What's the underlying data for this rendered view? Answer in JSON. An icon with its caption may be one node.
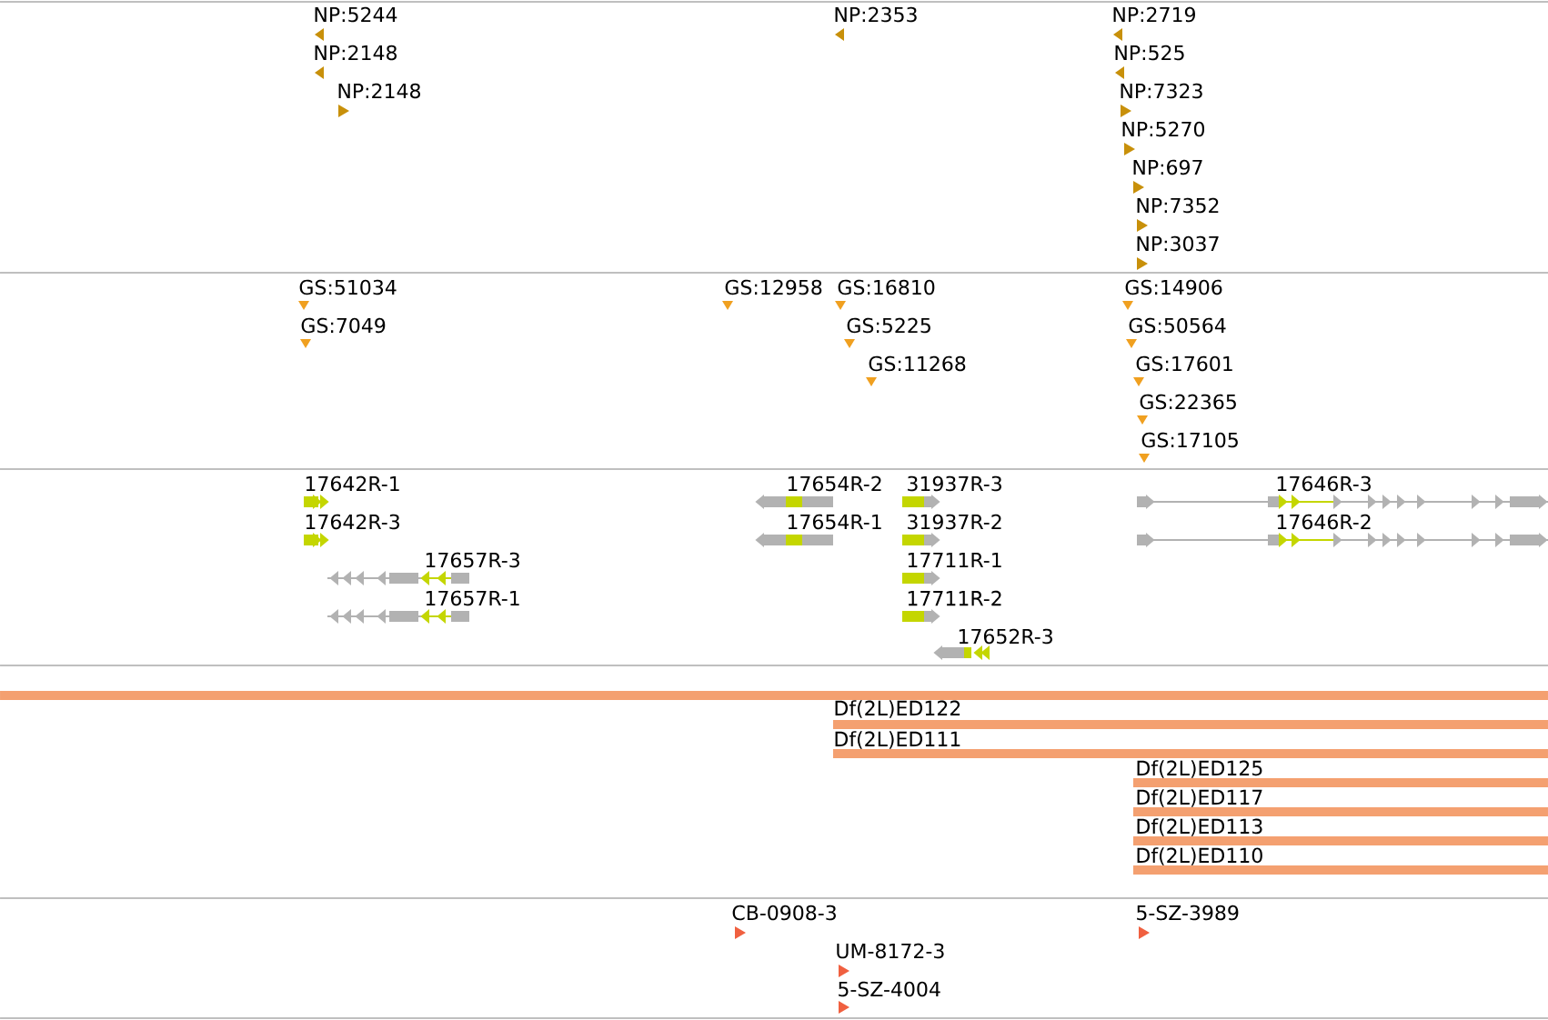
{
  "diagram": {
    "labels": [
      "NP:5244",
      "NP:2353",
      "NP:2719",
      "NP:2148",
      "NP:525",
      "NP:2148",
      "NP:7323",
      "NP:5270",
      "NP:697",
      "NP:7352",
      "NP:3037",
      "GS:51034",
      "GS:12958",
      "GS:16810",
      "GS:14906",
      "GS:7049",
      "GS:5225",
      "GS:50564",
      "GS:11268",
      "GS:17601",
      "GS:22365",
      "GS:17105",
      "17642R-1",
      "17654R-2",
      "31937R-3",
      "17646R-3",
      "17642R-3",
      "17654R-1",
      "31937R-2",
      "17646R-2",
      "17657R-3",
      "17711R-1",
      "17657R-1",
      "17711R-2",
      "17652R-3",
      "Df(2L)ED122",
      "Df(2L)ED111",
      "Df(2L)ED125",
      "Df(2L)ED117",
      "Df(2L)ED113",
      "Df(2L)ED110",
      "CB-0908-3",
      "5-SZ-3989",
      "UM-8172-3",
      "5-SZ-4004"
    ]
  }
}
